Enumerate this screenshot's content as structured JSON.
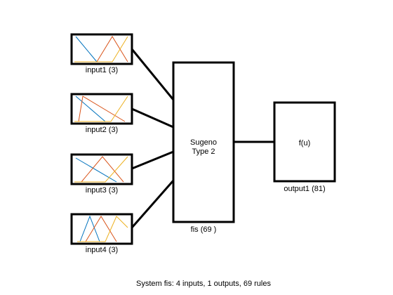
{
  "inputs": [
    {
      "label": "input1 (3)"
    },
    {
      "label": "input2 (3)"
    },
    {
      "label": "input3 (3)"
    },
    {
      "label": "input4 (3)"
    }
  ],
  "fis": {
    "line1": "Sugeno",
    "line2": "Type 2",
    "label": "fis (69 )"
  },
  "output": {
    "text": "f(u)",
    "label": "output1 (81)"
  },
  "summary": "System fis: 4 inputs, 1 outputs, 69 rules",
  "colors": {
    "mf1": "#0072BD",
    "mf2": "#D95319",
    "mf3": "#EDB120",
    "stroke": "#000000"
  }
}
